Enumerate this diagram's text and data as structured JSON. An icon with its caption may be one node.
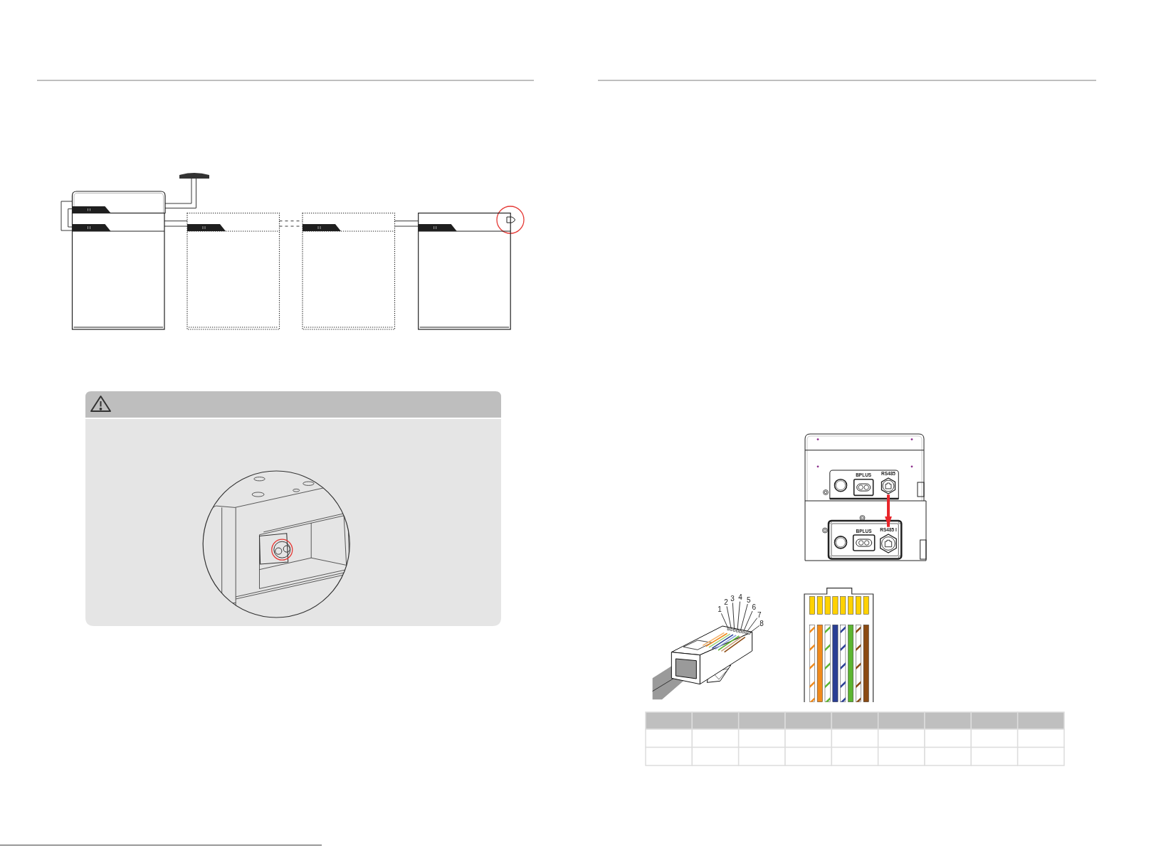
{
  "diagram": {
    "nodes": [
      {
        "text": [],
        "shape": "box"
      },
      {
        "text": [],
        "shape": "bar"
      },
      {
        "text": [],
        "shape": "box"
      },
      {
        "text": [],
        "shape": "box"
      },
      {
        "text": [],
        "shape": "box"
      },
      {
        "text": [],
        "shape": "box"
      },
      {
        "text": [
          "RS485"
        ]
      },
      {
        "text": [
          "RS485 I"
        ]
      },
      {
        "text": [
          "1"
        ]
      },
      {
        "text": [
          "2"
        ]
      },
      {
        "text": [
          "3"
        ]
      },
      {
        "text": [
          "4"
        ]
      },
      {
        "text": [
          "5"
        ]
      },
      {
        "text": [
          "6"
        ]
      },
      {
        "text": [
          "7"
        ]
      },
      {
        "text": [
          "8"
        ]
      },
      {
        "text": [],
        "shape": "box"
      },
      {
        "text": [],
        "shape": "box"
      },
      {
        "text": [],
        "shape": "box"
      },
      {
        "text": [],
        "shape": "box"
      },
      {
        "text": [],
        "shape": "box"
      },
      {
        "text": [],
        "shape": "box"
      },
      {
        "text": [],
        "shape": "box"
      },
      {
        "text": [],
        "shape": "box"
      }
    ],
    "edges": [
      {
        "from": 0,
        "to": 1,
        "arrow": "none"
      },
      {
        "from": 0,
        "to": 2,
        "arrow": "none"
      },
      {
        "from": 2,
        "to": 3,
        "arrow": "none"
      },
      {
        "from": 3,
        "to": 4,
        "arrow": "none",
        "style": "dashed"
      },
      {
        "from": 4,
        "to": 5,
        "arrow": "none"
      },
      {
        "from": 6,
        "to": 7,
        "arrow": "to",
        "style": "thick",
        "color": "#e8262b"
      },
      {
        "from": 8,
        "to": 16,
        "arrow": "none"
      },
      {
        "from": 9,
        "to": 17,
        "arrow": "none"
      },
      {
        "from": 10,
        "to": 18,
        "arrow": "none"
      },
      {
        "from": 11,
        "to": 19,
        "arrow": "none"
      },
      {
        "from": 12,
        "to": 20,
        "arrow": "none"
      },
      {
        "from": 13,
        "to": 21,
        "arrow": "none"
      },
      {
        "from": 14,
        "to": 22,
        "arrow": "none"
      },
      {
        "from": 15,
        "to": 23,
        "arrow": "none"
      }
    ],
    "labels": [
      "BPLUS",
      "BPLUS"
    ]
  }
}
